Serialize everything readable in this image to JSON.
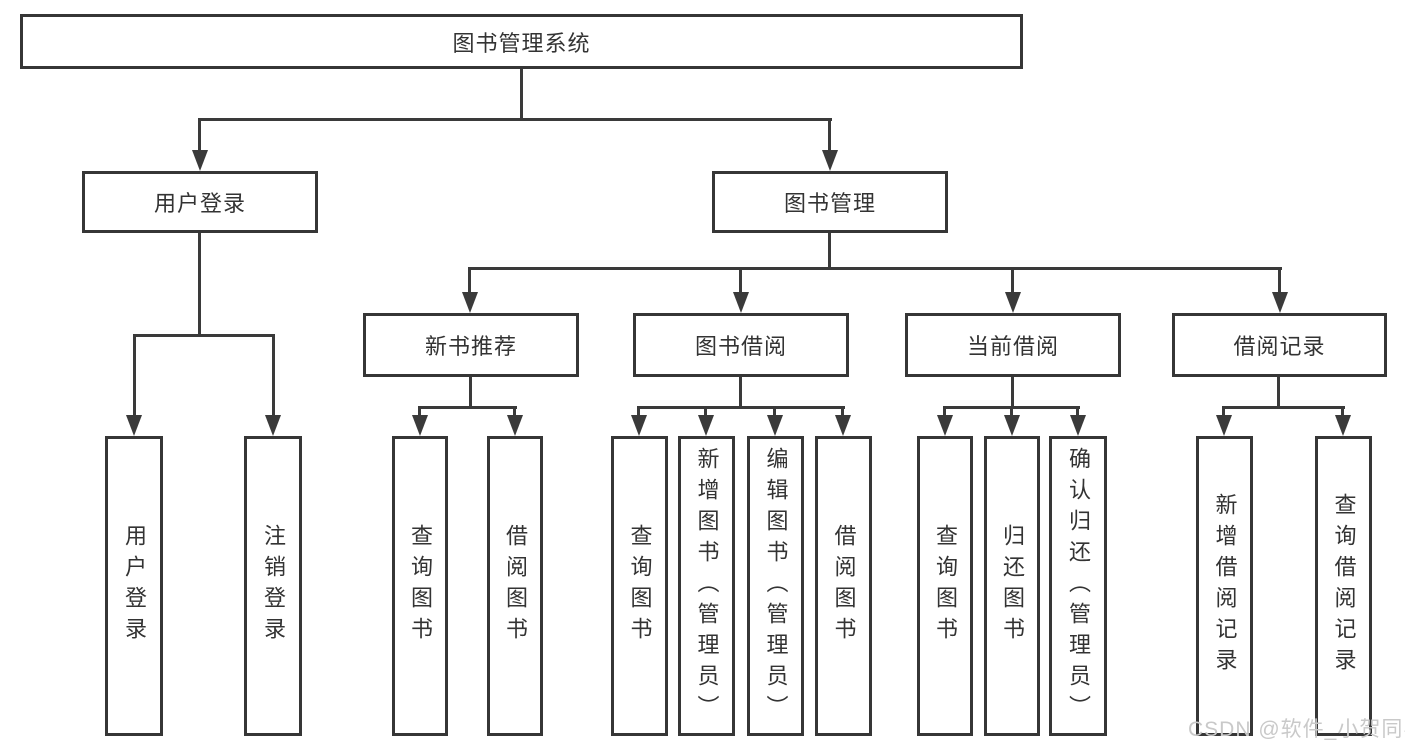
{
  "diagram": {
    "title_node": {
      "label": "图书管理系统"
    },
    "level2": [
      {
        "label": "用户登录"
      },
      {
        "label": "图书管理"
      }
    ],
    "level3": [
      {
        "label": "新书推荐"
      },
      {
        "label": "图书借阅"
      },
      {
        "label": "当前借阅"
      },
      {
        "label": "借阅记录"
      }
    ],
    "leaves": {
      "user_login": [
        "用户登录",
        "注销登录"
      ],
      "new_book_recommend": [
        "查询图书",
        "借阅图书"
      ],
      "book_borrow": [
        "查询图书",
        "新增图书（管理员）",
        "编辑图书（管理员）",
        "借阅图书"
      ],
      "current_borrow": [
        "查询图书",
        "归还图书",
        "确认归还（管理员）"
      ],
      "borrow_records": [
        "新增借阅记录",
        "查询借阅记录"
      ]
    }
  },
  "watermark": {
    "text": "CSDN @软件_小贺同学"
  },
  "colors": {
    "line": "#3a3a3a",
    "border": "#363636",
    "text": "#333333",
    "watermark": "#c9c9c9",
    "background": "#ffffff"
  }
}
